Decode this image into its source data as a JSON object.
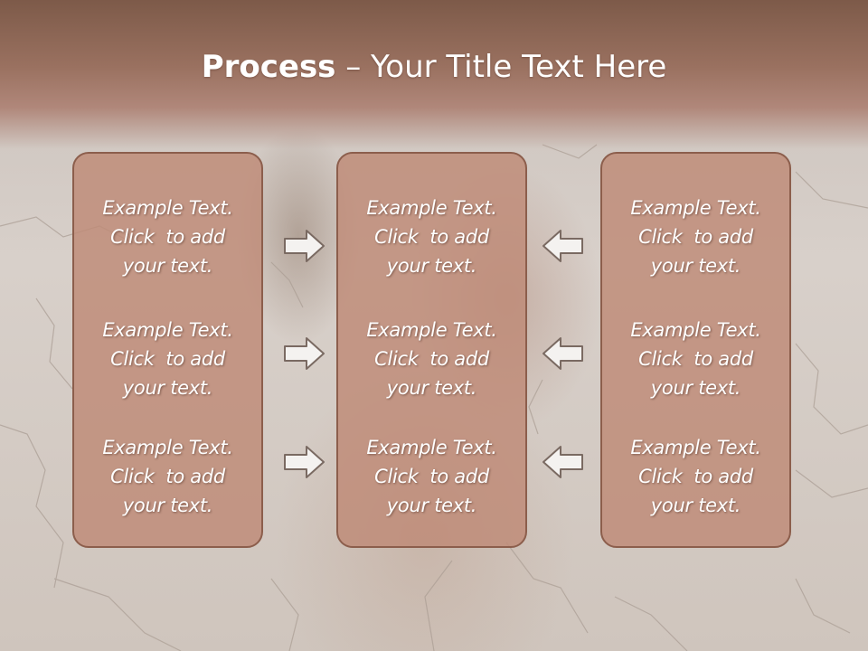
{
  "slide": {
    "title_bold": "Process",
    "title_rest": " – Your Title Text Here"
  },
  "columns": [
    {
      "items": [
        {
          "line1": "Example Text.",
          "line2": "Click  to add",
          "line3": "your text."
        },
        {
          "line1": "Example Text.",
          "line2": "Click  to add",
          "line3": "your text."
        },
        {
          "line1": "Example Text.",
          "line2": "Click  to add",
          "line3": "your text."
        }
      ]
    },
    {
      "items": [
        {
          "line1": "Example Text.",
          "line2": "Click  to add",
          "line3": "your text."
        },
        {
          "line1": "Example Text.",
          "line2": "Click  to add",
          "line3": "your text."
        },
        {
          "line1": "Example Text.",
          "line2": "Click  to add",
          "line3": "your text."
        }
      ]
    },
    {
      "items": [
        {
          "line1": "Example Text.",
          "line2": "Click  to add",
          "line3": "your text."
        },
        {
          "line1": "Example Text.",
          "line2": "Click  to add",
          "line3": "your text."
        },
        {
          "line1": "Example Text.",
          "line2": "Click  to add",
          "line3": "your text."
        }
      ]
    }
  ],
  "arrows": {
    "left_group_icon": "arrow-right-icon",
    "right_group_icon": "arrow-left-icon"
  },
  "colors": {
    "title_band": "#8f6655",
    "box_fill": "#be8a76",
    "box_border": "#8c5e4c",
    "text": "#ffffff"
  }
}
